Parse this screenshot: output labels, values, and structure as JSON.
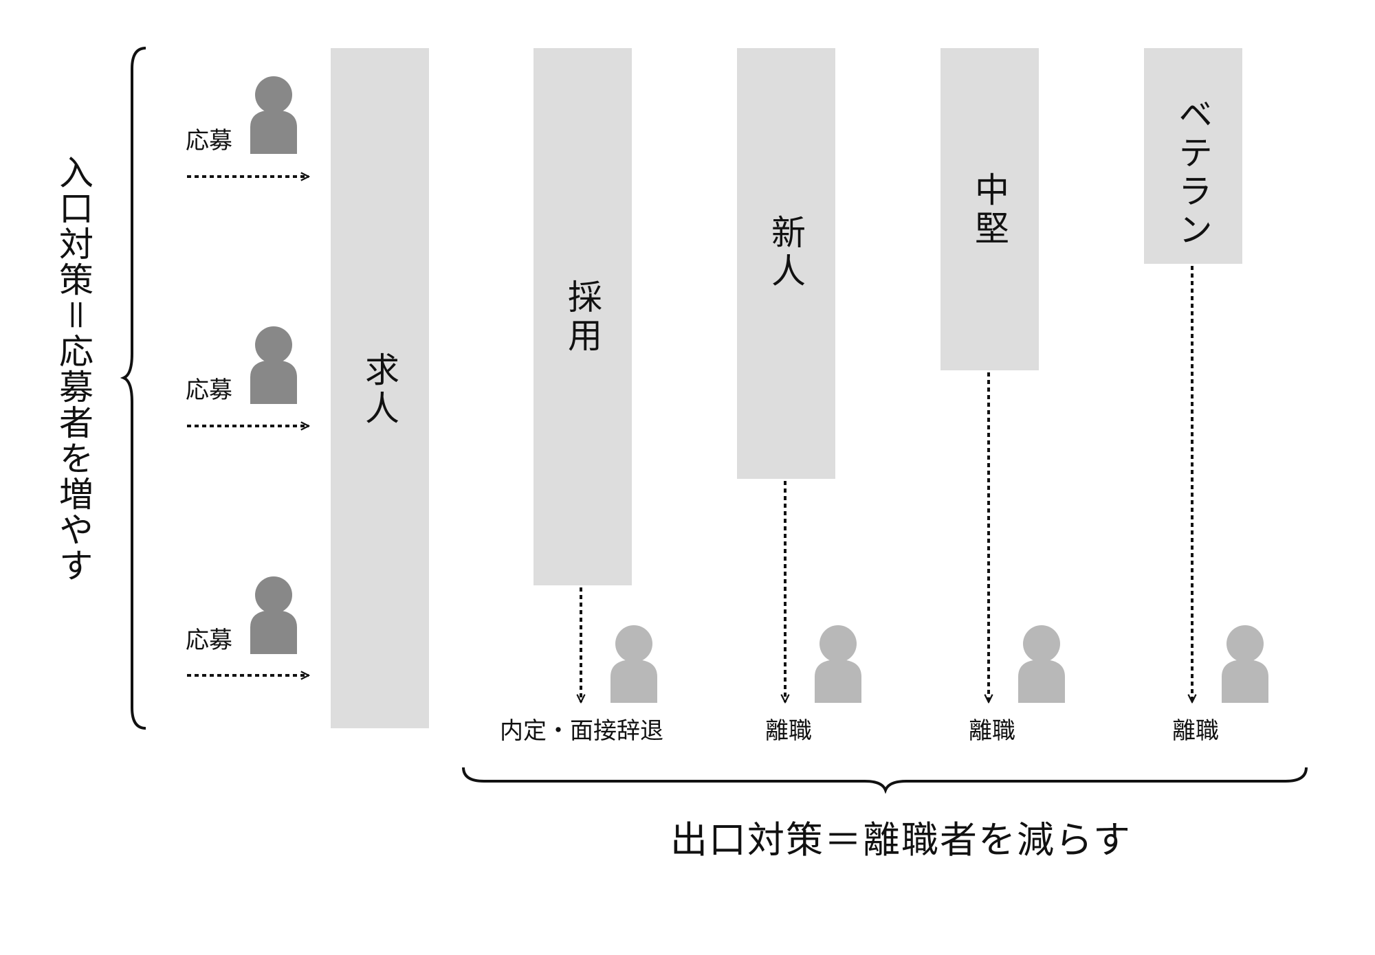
{
  "colors": {
    "bar": "#dddddd",
    "applicant_icon": "#888888",
    "leaver_icon": "#b8b8b8",
    "line": "#111111"
  },
  "entry": {
    "label": "入口対策＝応募者を増やす",
    "applications": [
      {
        "label": "応募",
        "icon": "person-icon"
      },
      {
        "label": "応募",
        "icon": "person-icon"
      },
      {
        "label": "応募",
        "icon": "person-icon"
      }
    ]
  },
  "stages": [
    {
      "label": "求人"
    },
    {
      "label": "採用",
      "outflow": "内定・面接辞退",
      "icon": "person-icon"
    },
    {
      "label": "新人",
      "outflow": "離職",
      "icon": "person-icon"
    },
    {
      "label": "中堅",
      "outflow": "離職",
      "icon": "person-icon"
    },
    {
      "label": "ベテラン",
      "outflow": "離職",
      "icon": "person-icon"
    }
  ],
  "exit": {
    "label": "出口対策＝離職者を減らす"
  }
}
